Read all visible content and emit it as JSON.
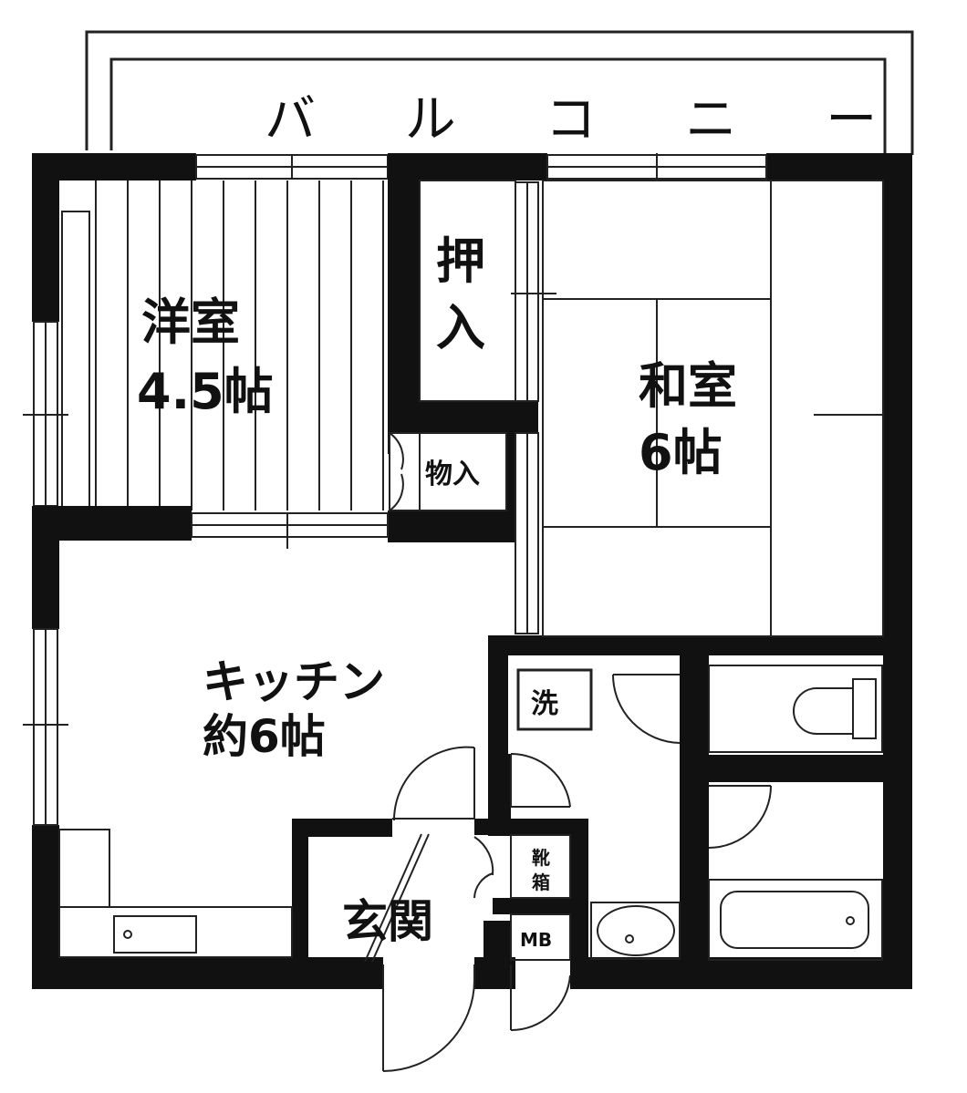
{
  "balcony": {
    "label": "バ ル コ ニ ー"
  },
  "rooms": {
    "western": {
      "name": "洋室",
      "size": "4.5帖"
    },
    "japanese": {
      "name": "和室",
      "size": "6帖"
    },
    "kitchen": {
      "name": "キッチン",
      "size": "約6帖"
    },
    "oshiire": {
      "line1": "押",
      "line2": "入"
    },
    "storage": {
      "label": "物入"
    },
    "laundry": {
      "label": "洗"
    },
    "entrance": {
      "label": "玄関"
    },
    "shoebox": {
      "line1": "靴",
      "line2": "箱"
    },
    "meterbox": {
      "label": "MB"
    }
  },
  "colors": {
    "wall": "#111111",
    "line": "#222222",
    "background": "#ffffff"
  }
}
